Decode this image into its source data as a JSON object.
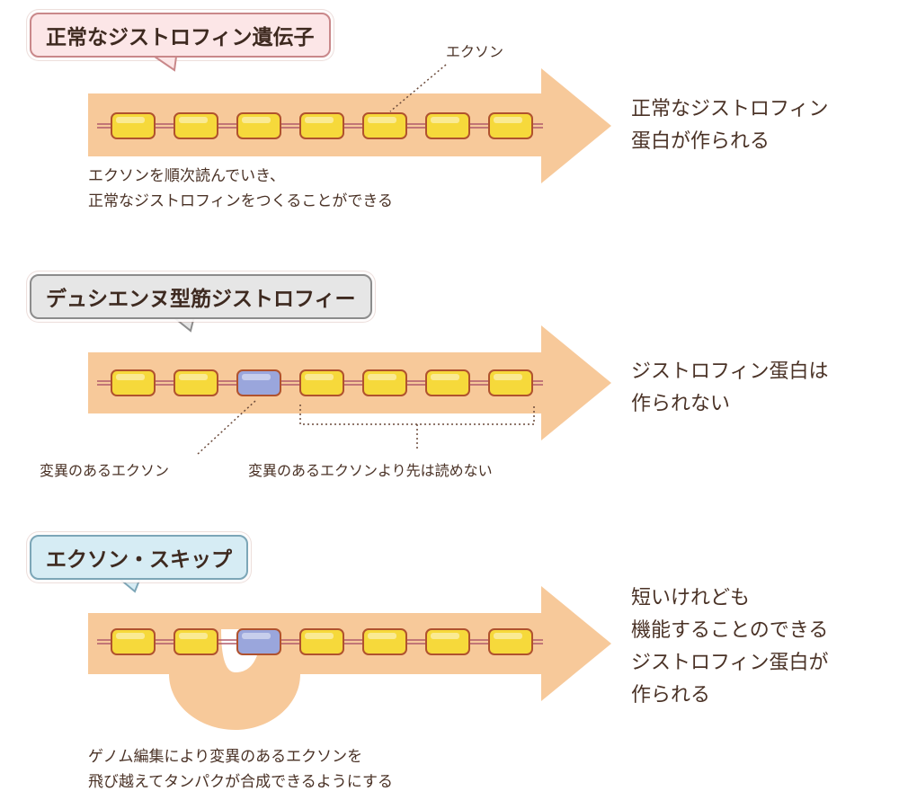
{
  "sections": [
    {
      "title": "正常なジストロフィン遺伝子",
      "callout": "エクソン",
      "caption": "エクソンを順次読んでいき、\n正常なジストロフィンをつくることができる",
      "result": "正常なジストロフィン\n蛋白が作られる"
    },
    {
      "title": "デュシエンヌ型筋ジストロフィー",
      "callout_left": "変異のあるエクソン",
      "callout_right": "変異のあるエクソンより先は読めない",
      "result": "ジストロフィン蛋白は\n作られない"
    },
    {
      "title": "エクソン・スキップ",
      "caption": "ゲノム編集により変異のあるエクソンを\n飛び越えてタンパクが合成できるようにする",
      "result": "短いけれども\n機能することのできる\nジストロフィン蛋白が\n作られる"
    }
  ],
  "colors": {
    "arrow": "#f7c99a",
    "exon_normal": "#f6d93b",
    "exon_mutant": "#9aa6dc",
    "exon_border": "#b0522e",
    "strand": "#b05a6a"
  }
}
